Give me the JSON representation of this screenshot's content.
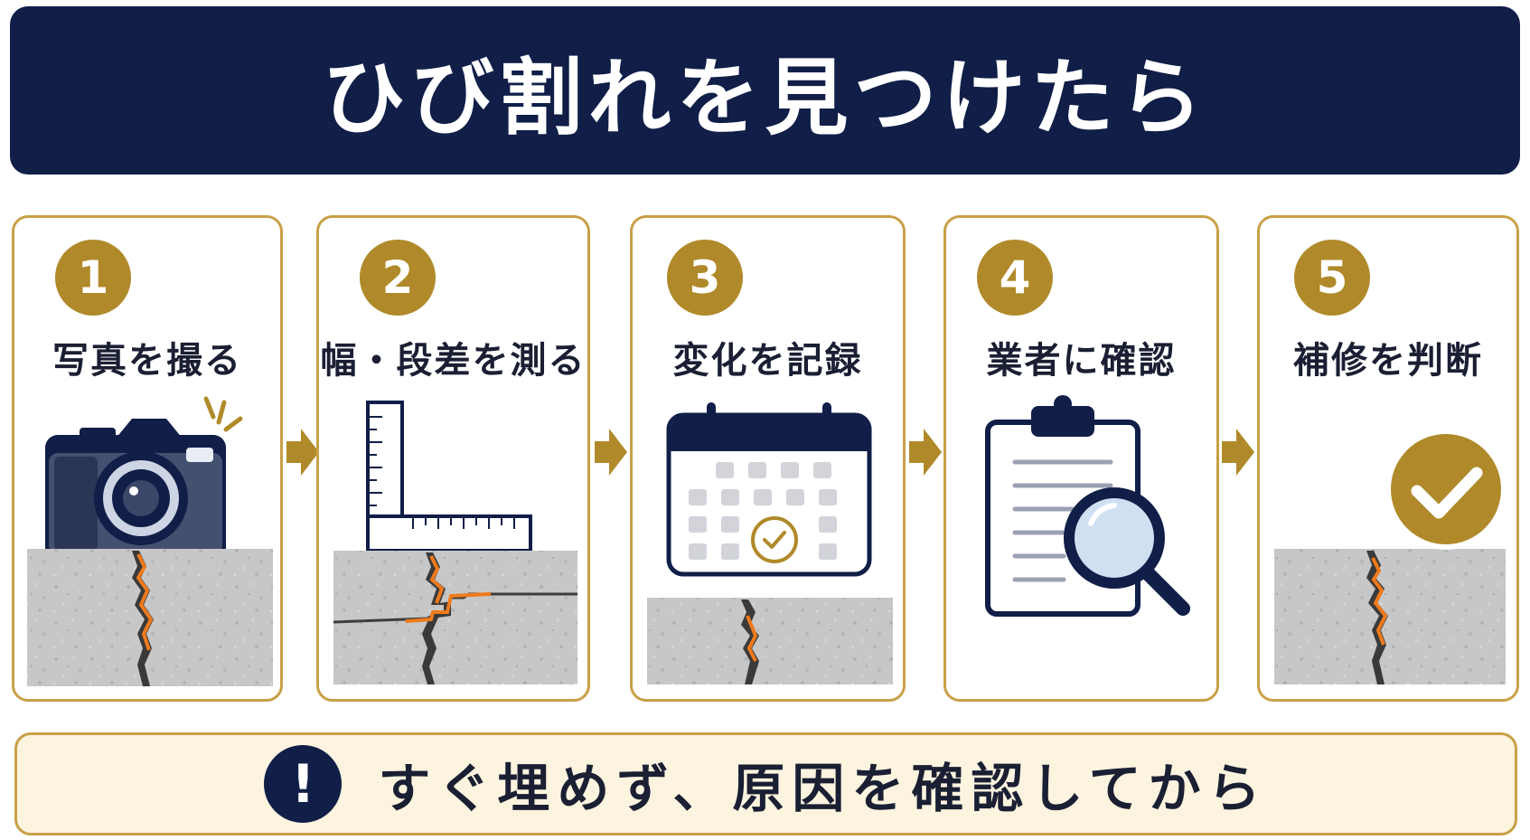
{
  "header": {
    "title": "ひび割れを見つけたら"
  },
  "steps": [
    {
      "number": "1",
      "label": "写真を撮る",
      "icon": "camera-icon"
    },
    {
      "number": "2",
      "label": "幅・段差を測る",
      "icon": "ruler-icon"
    },
    {
      "number": "3",
      "label": "変化を記録",
      "icon": "calendar-icon"
    },
    {
      "number": "4",
      "label": "業者に確認",
      "icon": "clipboard-magnifier-icon"
    },
    {
      "number": "5",
      "label": "補修を判断",
      "icon": "checkmark-icon"
    }
  ],
  "footer": {
    "text": "すぐ埋めず、原因を確認してから",
    "icon": "exclamation-icon",
    "warn_symbol": "!"
  },
  "colors": {
    "navy": "#101e48",
    "gold": "#b08a2a",
    "gold_border": "#c9a047",
    "crack": "#f07a1c",
    "concrete": "#c6c6c6",
    "footer_bg": "#fdf4df"
  }
}
